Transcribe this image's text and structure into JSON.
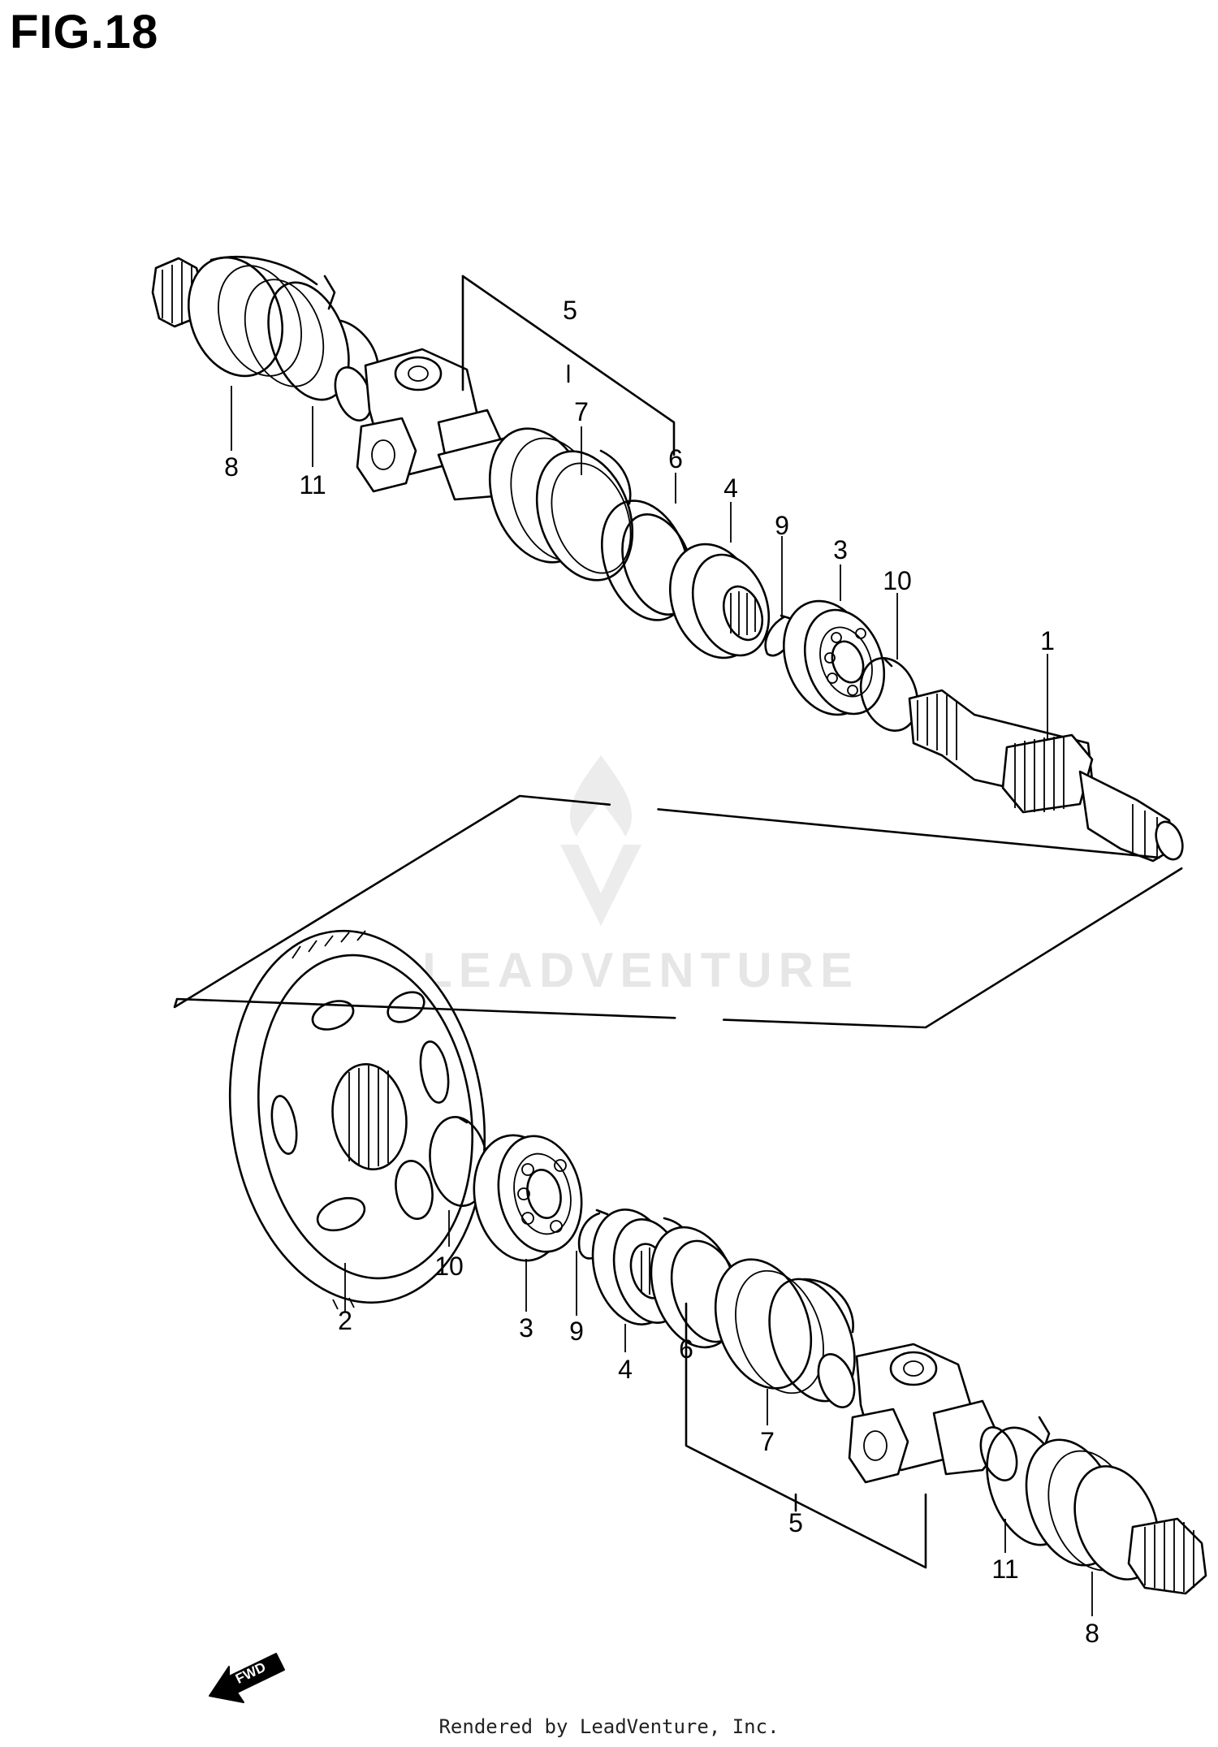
{
  "figure": {
    "title": "FIG.18",
    "footer": "Rendered by LeadVenture, Inc.",
    "watermark": "LEADVENTURE",
    "fwd_badge": "FWD"
  },
  "callouts": [
    "1",
    "2",
    "3",
    "3",
    "4",
    "4",
    "5",
    "5",
    "6",
    "6",
    "7",
    "7",
    "8",
    "8",
    "9",
    "9",
    "10",
    "10",
    "11",
    "11"
  ]
}
